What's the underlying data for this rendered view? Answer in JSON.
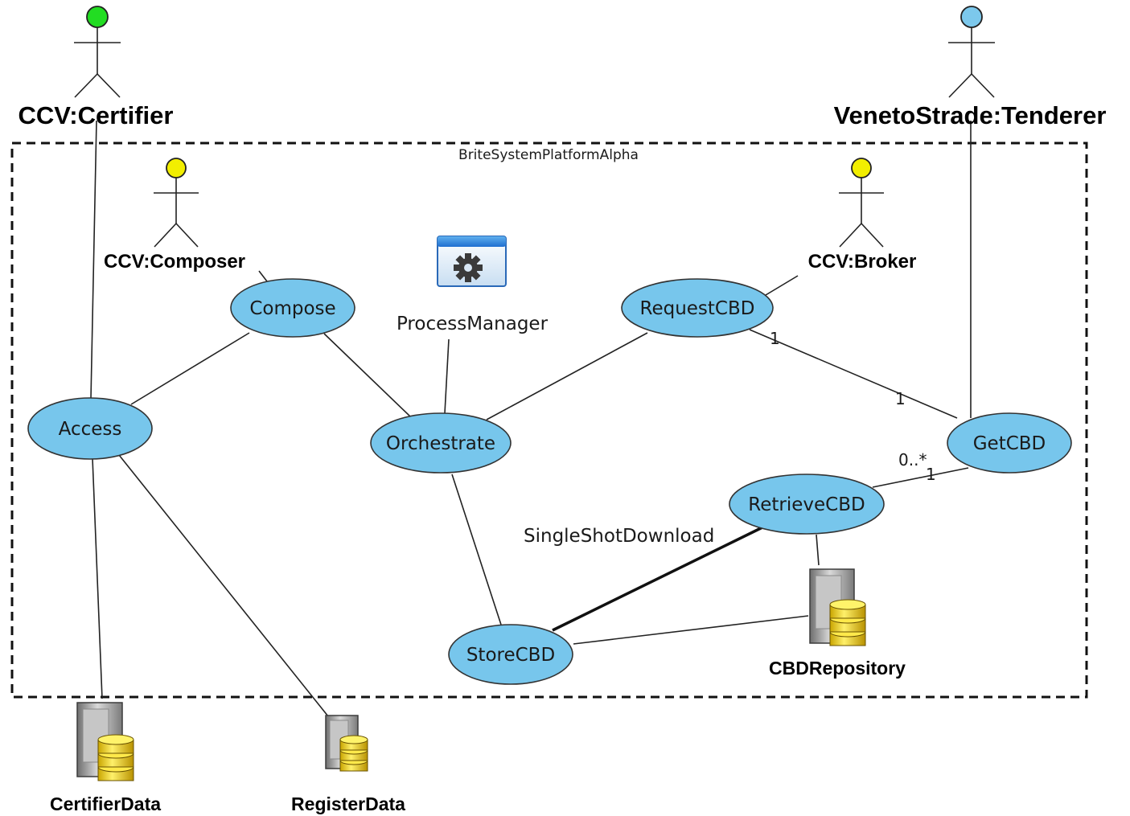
{
  "system": {
    "name": "BriteSystemPlatformAlpha"
  },
  "actors": {
    "certifier": {
      "label": "CCV:Certifier",
      "head_color": "#22dd22"
    },
    "tenderer": {
      "label": "VenetoStrade:Tenderer",
      "head_color": "#7cc8ec"
    },
    "composer": {
      "label": "CCV:Composer",
      "head_color": "#f2ee00"
    },
    "broker": {
      "label": "CCV:Broker",
      "head_color": "#f2ee00"
    }
  },
  "usecases": {
    "compose": "Compose",
    "access": "Access",
    "orchestrate": "Orchestrate",
    "request_cbd": "RequestCBD",
    "get_cbd": "GetCBD",
    "retrieve_cbd": "RetrieveCBD",
    "store_cbd": "StoreCBD",
    "fill_color": "#77c6ec"
  },
  "components": {
    "process_manager": {
      "label": "ProcessManager",
      "icon": "gear-window-icon"
    }
  },
  "databases": {
    "cbd_repository": {
      "label": "CBDRepository",
      "icon": "database-server-icon"
    },
    "certifier_data": {
      "label": "CertifierData",
      "icon": "database-server-icon"
    },
    "register_data": {
      "label": "RegisterData",
      "icon": "database-server-icon"
    }
  },
  "associations": {
    "single_shot": {
      "label": "SingleShotDownload"
    },
    "request_get": {
      "mult_source": "1",
      "mult_target": "1"
    },
    "get_retrieve": {
      "mult_source": "0..*",
      "mult_target": "1"
    }
  }
}
